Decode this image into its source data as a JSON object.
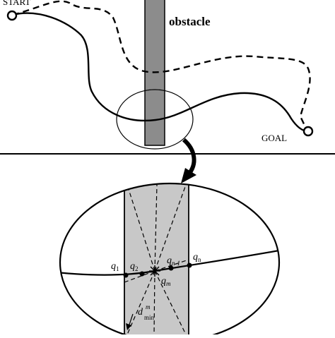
{
  "labels": {
    "start": "START",
    "obstacle": "obstacle",
    "goal": "GOAL",
    "q1": "q",
    "q1_sub": "1",
    "q2": "q",
    "q2_sub": "2",
    "qn1": "q",
    "qn1_sub": "n-1",
    "qn": "q",
    "qn_sub": "n",
    "qm": "q",
    "qm_sub": "m",
    "dmin": "d",
    "dmin_sup": "m",
    "dmin_sub": "min"
  }
}
